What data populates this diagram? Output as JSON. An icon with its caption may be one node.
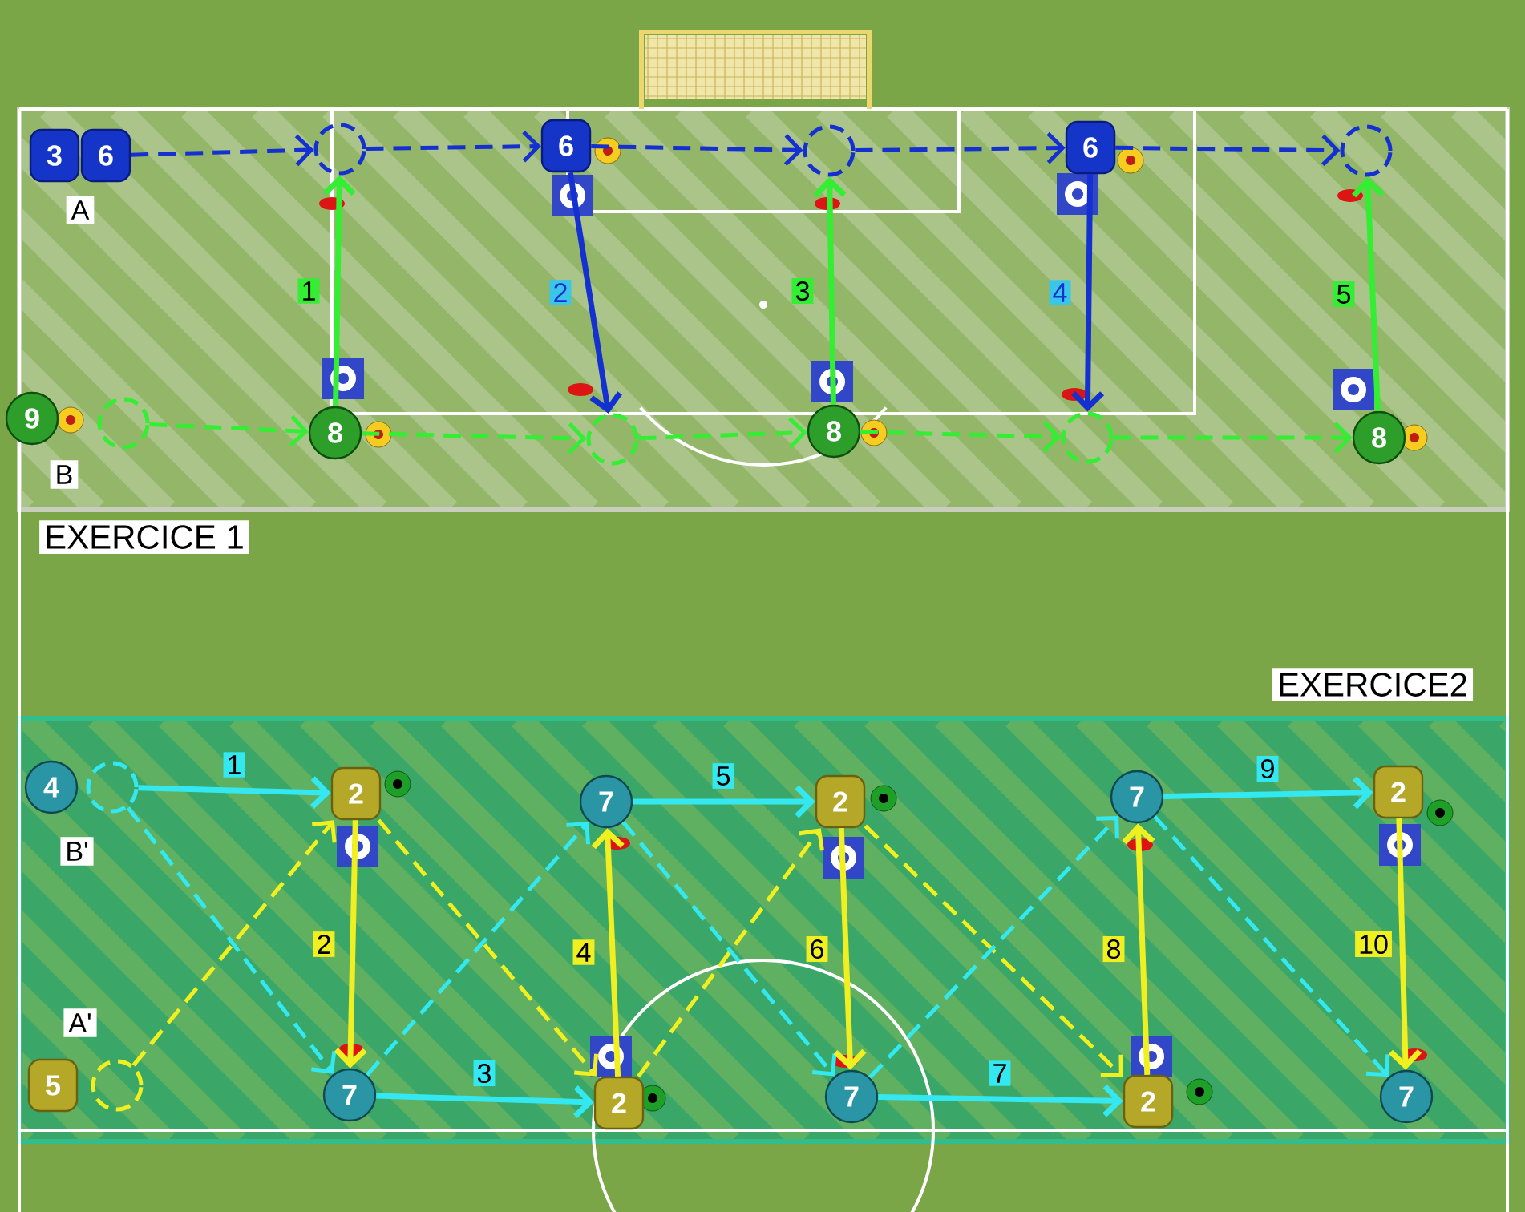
{
  "diagram": {
    "nodes": [
      {
        "text": [
          "3"
        ]
      },
      {
        "text": [
          "6"
        ]
      },
      {
        "text": [],
        "shape": "circle"
      },
      {
        "text": [
          "6"
        ]
      },
      {
        "text": [],
        "shape": "circle"
      },
      {
        "text": [
          "6"
        ]
      },
      {
        "text": [],
        "shape": "circle"
      },
      {
        "text": [
          "9"
        ]
      },
      {
        "text": [],
        "shape": "circle"
      },
      {
        "text": [
          "8"
        ]
      },
      {
        "text": [],
        "shape": "circle"
      },
      {
        "text": [
          "8"
        ]
      },
      {
        "text": [],
        "shape": "circle"
      },
      {
        "text": [
          "8"
        ]
      },
      {
        "text": [
          "4"
        ]
      },
      {
        "text": [],
        "shape": "circle"
      },
      {
        "text": [
          "2"
        ]
      },
      {
        "text": [
          "7"
        ]
      },
      {
        "text": [
          "2"
        ]
      },
      {
        "text": [
          "7"
        ]
      },
      {
        "text": [
          "2"
        ]
      },
      {
        "text": [
          "5"
        ]
      },
      {
        "text": [],
        "shape": "circle"
      },
      {
        "text": [
          "7"
        ]
      },
      {
        "text": [
          "2"
        ]
      },
      {
        "text": [
          "7"
        ]
      },
      {
        "text": [
          "2"
        ]
      },
      {
        "text": [
          "7"
        ]
      }
    ],
    "edges": [
      {
        "from": 1,
        "to": 2,
        "arrow": "to",
        "style": "dashed",
        "color": "#1530d0"
      },
      {
        "from": 2,
        "to": 3,
        "arrow": "to",
        "style": "dashed",
        "color": "#1530d0"
      },
      {
        "from": 3,
        "to": 4,
        "arrow": "to",
        "style": "dashed",
        "color": "#1530d0"
      },
      {
        "from": 4,
        "to": 5,
        "arrow": "to",
        "style": "dashed",
        "color": "#1530d0"
      },
      {
        "from": 5,
        "to": 6,
        "arrow": "to",
        "style": "dashed",
        "color": "#1530d0"
      },
      {
        "from": 9,
        "to": 2,
        "arrow": "to",
        "label": "1",
        "color": "#33ee33"
      },
      {
        "from": 3,
        "to": 10,
        "arrow": "to",
        "label": "2",
        "color": "#1530d0"
      },
      {
        "from": 11,
        "to": 4,
        "arrow": "to",
        "label": "3",
        "color": "#33ee33"
      },
      {
        "from": 5,
        "to": 12,
        "arrow": "to",
        "label": "4",
        "color": "#1530d0"
      },
      {
        "from": 13,
        "to": 6,
        "arrow": "to",
        "label": "5",
        "color": "#33ee33"
      },
      {
        "from": 8,
        "to": 9,
        "arrow": "to",
        "style": "dashed",
        "color": "#33ee33"
      },
      {
        "from": 9,
        "to": 10,
        "arrow": "to",
        "style": "dashed",
        "color": "#33ee33"
      },
      {
        "from": 10,
        "to": 11,
        "arrow": "to",
        "style": "dashed",
        "color": "#33ee33"
      },
      {
        "from": 11,
        "to": 12,
        "arrow": "to",
        "style": "dashed",
        "color": "#33ee33"
      },
      {
        "from": 12,
        "to": 13,
        "arrow": "to",
        "style": "dashed",
        "color": "#33ee33"
      },
      {
        "from": 15,
        "to": 16,
        "arrow": "to",
        "label": "1",
        "color": "#33e8f0"
      },
      {
        "from": 15,
        "to": 23,
        "arrow": "to",
        "style": "dashed",
        "color": "#33e8f0"
      },
      {
        "from": 22,
        "to": 16,
        "arrow": "to",
        "style": "dashed",
        "color": "#f0f020"
      },
      {
        "from": 16,
        "to": 23,
        "arrow": "to",
        "label": "2",
        "color": "#f0f020"
      },
      {
        "from": 16,
        "to": 24,
        "arrow": "to",
        "style": "dashed",
        "color": "#f0f020"
      },
      {
        "from": 23,
        "to": 17,
        "arrow": "to",
        "style": "dashed",
        "color": "#33e8f0"
      },
      {
        "from": 23,
        "to": 24,
        "arrow": "to",
        "label": "3",
        "color": "#33e8f0"
      },
      {
        "from": 24,
        "to": 17,
        "arrow": "to",
        "label": "4",
        "color": "#f0f020"
      },
      {
        "from": 24,
        "to": 18,
        "arrow": "to",
        "style": "dashed",
        "color": "#f0f020"
      },
      {
        "from": 17,
        "to": 18,
        "arrow": "to",
        "label": "5",
        "color": "#33e8f0"
      },
      {
        "from": 17,
        "to": 25,
        "arrow": "to",
        "style": "dashed",
        "color": "#33e8f0"
      },
      {
        "from": 18,
        "to": 25,
        "arrow": "to",
        "label": "6",
        "color": "#f0f020"
      },
      {
        "from": 18,
        "to": 26,
        "arrow": "to",
        "style": "dashed",
        "color": "#f0f020"
      },
      {
        "from": 25,
        "to": 19,
        "arrow": "to",
        "style": "dashed",
        "color": "#33e8f0"
      },
      {
        "from": 25,
        "to": 26,
        "arrow": "to",
        "label": "7",
        "color": "#33e8f0"
      },
      {
        "from": 26,
        "to": 19,
        "arrow": "to",
        "label": "8",
        "color": "#f0f020"
      },
      {
        "from": 19,
        "to": 20,
        "arrow": "to",
        "label": "9",
        "color": "#33e8f0"
      },
      {
        "from": 19,
        "to": 27,
        "arrow": "to",
        "style": "dashed",
        "color": "#33e8f0"
      },
      {
        "from": 20,
        "to": 27,
        "arrow": "to",
        "label": "10",
        "color": "#f0f020"
      }
    ],
    "labels": [
      "A",
      "B",
      "EXERCICE 1",
      "EXERCICE2",
      "B'",
      "A'"
    ]
  }
}
